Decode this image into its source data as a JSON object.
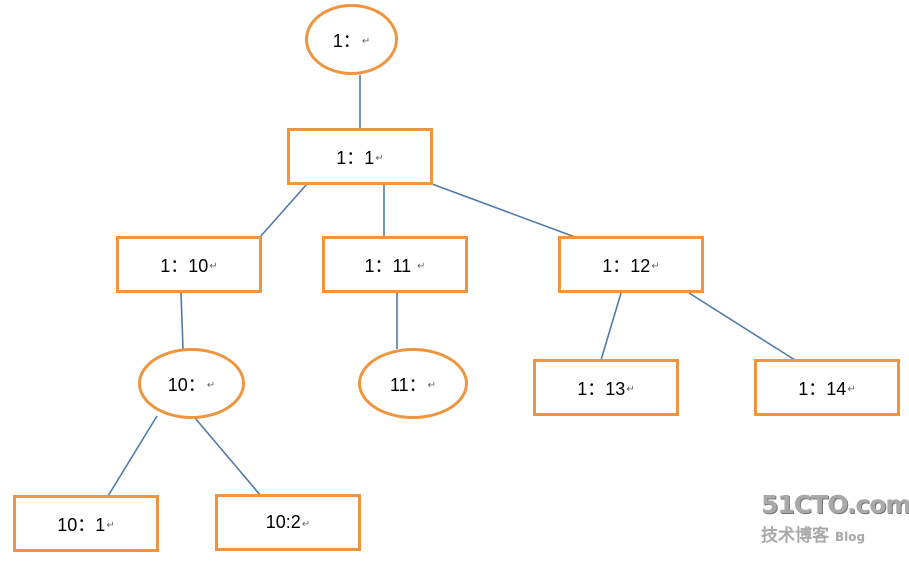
{
  "diagram": {
    "type": "tree",
    "colors": {
      "node_border": "#f0953f",
      "edge": "#4f7bab",
      "text": "#000000"
    },
    "return_mark": "↵",
    "nodes": {
      "root": {
        "label": "1：",
        "shape": "ellipse"
      },
      "n1_1": {
        "label": "1：1",
        "shape": "rect"
      },
      "n1_10": {
        "label": "1：10",
        "shape": "rect"
      },
      "n1_11": {
        "label": "1：11 ",
        "shape": "rect"
      },
      "n1_12": {
        "label": "1：12",
        "shape": "rect"
      },
      "n10": {
        "label": "10：",
        "shape": "ellipse"
      },
      "n11": {
        "label": "11：",
        "shape": "ellipse"
      },
      "n1_13": {
        "label": "1：13",
        "shape": "rect"
      },
      "n1_14": {
        "label": "1：14",
        "shape": "rect"
      },
      "n10_1": {
        "label": "10：1",
        "shape": "rect"
      },
      "n10_2": {
        "label": "10:2",
        "shape": "rect"
      }
    },
    "edges": [
      [
        "root",
        "n1_1"
      ],
      [
        "n1_1",
        "n1_10"
      ],
      [
        "n1_1",
        "n1_11"
      ],
      [
        "n1_1",
        "n1_12"
      ],
      [
        "n1_10",
        "n10"
      ],
      [
        "n1_11",
        "n11"
      ],
      [
        "n1_12",
        "n1_13"
      ],
      [
        "n1_12",
        "n1_14"
      ],
      [
        "n10",
        "n10_1"
      ],
      [
        "n10",
        "n10_2"
      ]
    ]
  },
  "watermark": {
    "brand": "51CTO.com",
    "subtitle": "技术博客",
    "tag": "Blog"
  }
}
